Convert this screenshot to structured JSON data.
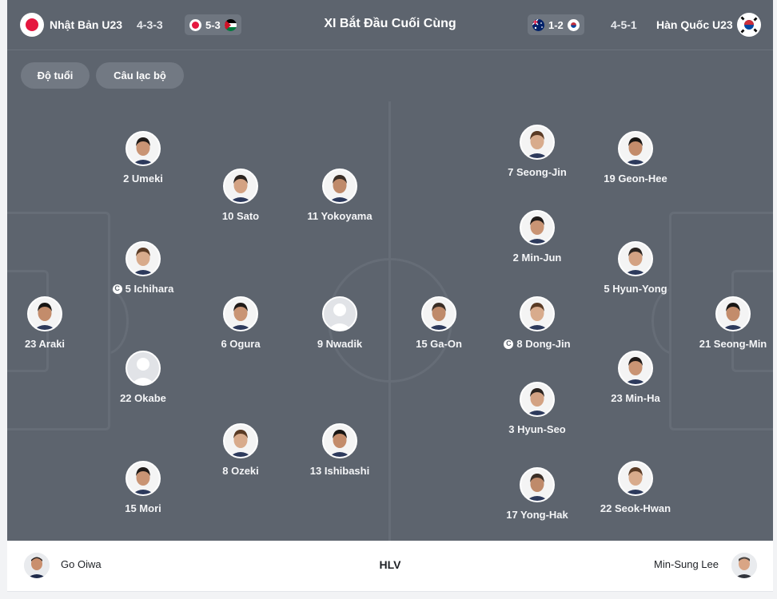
{
  "header": {
    "home_team": "Nhật Bản U23",
    "home_formation": "4-3-3",
    "home_prev_score": "5-3",
    "title": "XI Bắt Đầu Cuối Cùng",
    "away_prev_score": "1-2",
    "away_formation": "4-5-1",
    "away_team": "Hàn Quốc U23"
  },
  "filters": [
    {
      "label": "Độ tuổi"
    },
    {
      "label": "Câu lạc bộ"
    }
  ],
  "home_players": [
    {
      "name": "2 Umeki",
      "photo": "portrait"
    },
    {
      "name": "10 Sato",
      "photo": "portrait"
    },
    {
      "name": "11 Yokoyama",
      "photo": "portrait"
    },
    {
      "name": "5 Ichihara",
      "photo": "portrait",
      "captain": true
    },
    {
      "name": "23 Araki",
      "photo": "portrait"
    },
    {
      "name": "6 Ogura",
      "photo": "portrait"
    },
    {
      "name": "9 Nwadik",
      "photo": "placeholder"
    },
    {
      "name": "22 Okabe",
      "photo": "placeholder"
    },
    {
      "name": "8 Ozeki",
      "photo": "portrait"
    },
    {
      "name": "13 Ishibashi",
      "photo": "portrait"
    },
    {
      "name": "15 Mori",
      "photo": "portrait"
    }
  ],
  "away_players": [
    {
      "name": "7 Seong-Jin",
      "photo": "portrait"
    },
    {
      "name": "19 Geon-Hee",
      "photo": "portrait"
    },
    {
      "name": "2 Min-Jun",
      "photo": "portrait"
    },
    {
      "name": "5 Hyun-Yong",
      "photo": "portrait"
    },
    {
      "name": "15 Ga-On",
      "photo": "portrait"
    },
    {
      "name": "8 Dong-Jin",
      "photo": "portrait",
      "captain": true
    },
    {
      "name": "21 Seong-Min",
      "photo": "portrait"
    },
    {
      "name": "23 Min-Ha",
      "photo": "portrait"
    },
    {
      "name": "3 Hyun-Seo",
      "photo": "portrait"
    },
    {
      "name": "17 Yong-Hak",
      "photo": "portrait"
    },
    {
      "name": "22 Seok-Hwan",
      "photo": "portrait"
    }
  ],
  "captain_symbol": "C",
  "coaches": {
    "home": "Go Oiwa",
    "label": "HLV",
    "away": "Min-Sung Lee"
  },
  "colors": {
    "header_bg": "#5d646e",
    "pitch_bg": "#5d646e",
    "pitch_lines": "#666d77",
    "pill_bg": "#6f7680",
    "japan_red": "#e5173f",
    "korea_red": "#cd2e3a",
    "korea_blue": "#0047a0"
  }
}
